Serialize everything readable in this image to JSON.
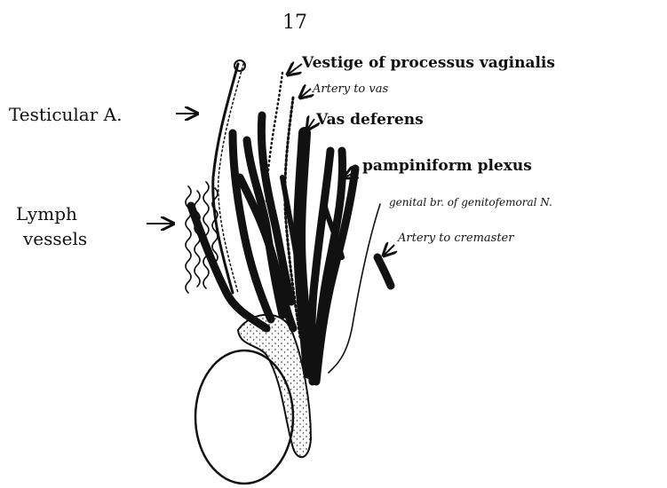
{
  "figure": {
    "page_number": "17",
    "labels": {
      "vestige": "Vestige of processus vaginalis",
      "artery_to_vas": "Artery to vas",
      "testicular_a": "Testicular A.",
      "vas_deferens": "Vas deferens",
      "pampiniform": "pampiniform plexus",
      "genital_br": "genital br. of genitofemoral N.",
      "lymph": "Lymph",
      "vessels": "vessels",
      "cremaster": "Artery to cremaster"
    }
  }
}
